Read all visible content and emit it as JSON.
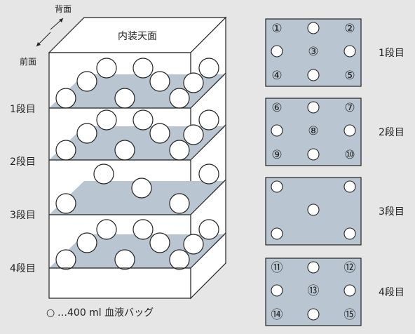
{
  "directions": {
    "back": "背面",
    "front": "前面"
  },
  "cabinet": {
    "top_label": "内装天面"
  },
  "tier_labels": [
    "1段目",
    "2段目",
    "3段目",
    "4段目"
  ],
  "legend": {
    "symbol": "○",
    "text": "…400 ml 血液バッグ"
  },
  "grids": [
    {
      "tier": "1段目",
      "slots": [
        "①",
        "",
        "②",
        "",
        "③",
        "",
        "④",
        "",
        "⑤"
      ]
    },
    {
      "tier": "2段目",
      "slots": [
        "⑥",
        "",
        "⑦",
        "",
        "⑧",
        "",
        "⑨",
        "",
        "⑩"
      ]
    },
    {
      "tier": "3段目",
      "slots": [
        "",
        "",
        "",
        "",
        "",
        "",
        "",
        "",
        ""
      ],
      "present": [
        true,
        false,
        true,
        false,
        true,
        false,
        true,
        false,
        true
      ]
    },
    {
      "tier": "4段目",
      "slots": [
        "⑪",
        "",
        "⑫",
        "",
        "⑬",
        "",
        "⑭",
        "",
        "⑮"
      ]
    }
  ],
  "colors": {
    "shelf": "#b9c6d1",
    "panel": "#b9c6d1",
    "background": "#e6e6e6",
    "line": "#222222"
  }
}
